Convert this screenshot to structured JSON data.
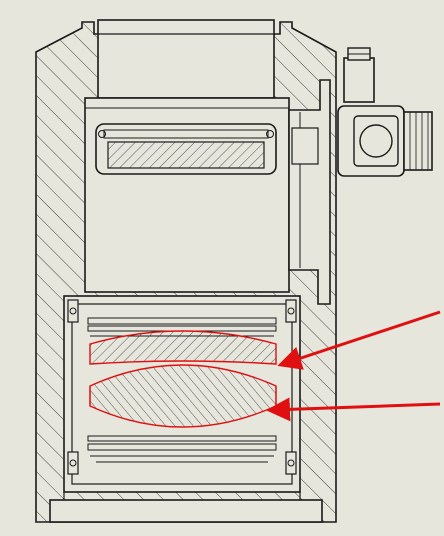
{
  "drawing": {
    "kind": "cross-section",
    "background_color": "#e6e6dd",
    "line_color": "#1a1a1a",
    "highlight_color": "#e01010",
    "hatch_color": "#333333",
    "highlighted_parts": [
      {
        "name": "upper-lens-element",
        "highlight_color": "#e01010"
      },
      {
        "name": "lower-lens-element",
        "highlight_color": "#e01010"
      }
    ],
    "callout_arrows": [
      {
        "target": "upper-lens-element",
        "color": "#e01010"
      },
      {
        "target": "lower-lens-element",
        "color": "#e01010"
      }
    ]
  }
}
